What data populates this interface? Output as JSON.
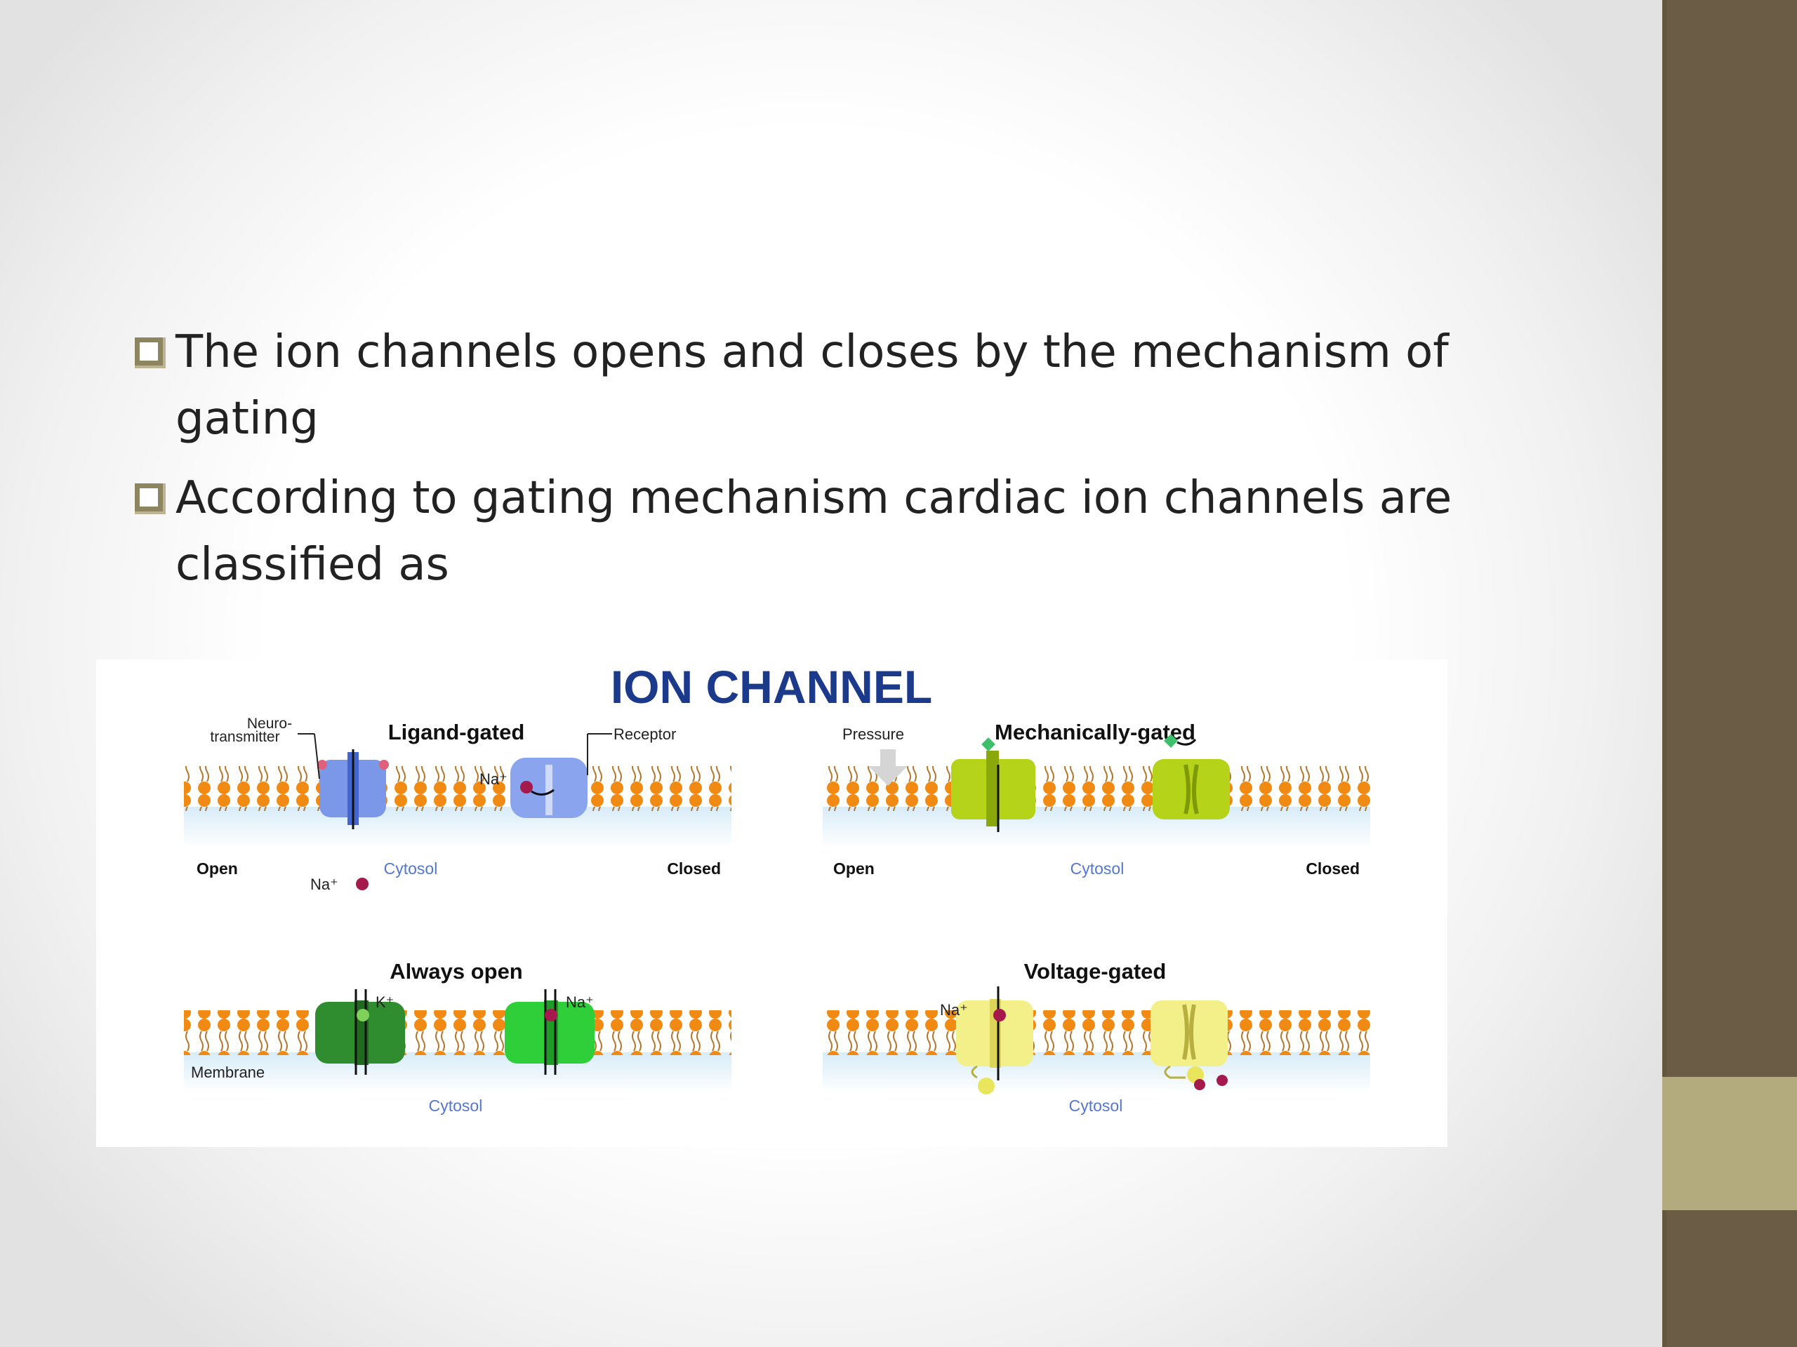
{
  "slide": {
    "bullets": [
      "The ion channels opens and closes by the mechanism of gating",
      "According to gating mechanism cardiac ion channels are classified as"
    ]
  },
  "figure": {
    "title": "ION CHANNEL",
    "panels": {
      "ligand": {
        "title": "Ligand-gated",
        "neuro1": "Neuro-",
        "neuro2": "transmitter",
        "receptor": "Receptor",
        "na_top": "Na⁺",
        "na_bottom": "Na⁺",
        "open": "Open",
        "closed": "Closed",
        "cytosol": "Cytosol"
      },
      "mechanical": {
        "title": "Mechanically-gated",
        "pressure": "Pressure",
        "open": "Open",
        "closed": "Closed",
        "cytosol": "Cytosol"
      },
      "always": {
        "title": "Always open",
        "k": "K⁺",
        "na": "Na⁺",
        "membrane": "Membrane",
        "cytosol": "Cytosol"
      },
      "voltage": {
        "title": "Voltage-gated",
        "na": "Na⁺",
        "cytosol": "Cytosol"
      }
    }
  },
  "colors": {
    "sidebar": "#6b5d45",
    "sidebar_accent": "#b3aa7e",
    "bullet_box": "#8d8460",
    "title_blue": "#1c3a8c",
    "lipid_orange": "#f08a12",
    "ligand_channel": "#7b97e8",
    "mech_channel": "#b5d318",
    "always_dark": "#2f8d2f",
    "always_light": "#2fcf3a",
    "voltage_channel": "#f3f08a",
    "ion_na": "#a5194d",
    "ion_k": "#7ed25a"
  }
}
